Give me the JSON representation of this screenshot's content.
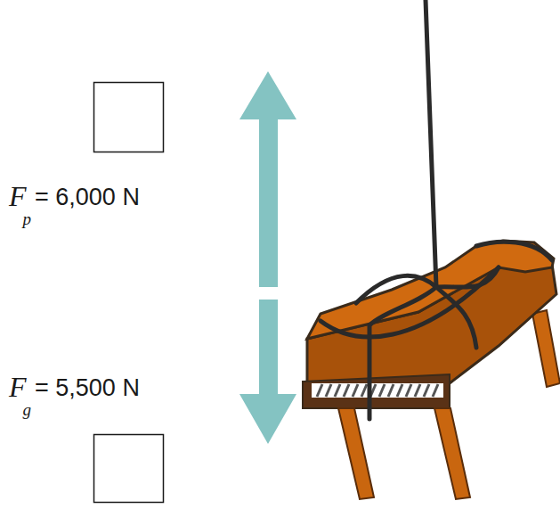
{
  "diagram": {
    "labels": [
      "F",
      "p",
      "= 6,000 N",
      "F",
      "g",
      "= 5,500 N"
    ]
  }
}
